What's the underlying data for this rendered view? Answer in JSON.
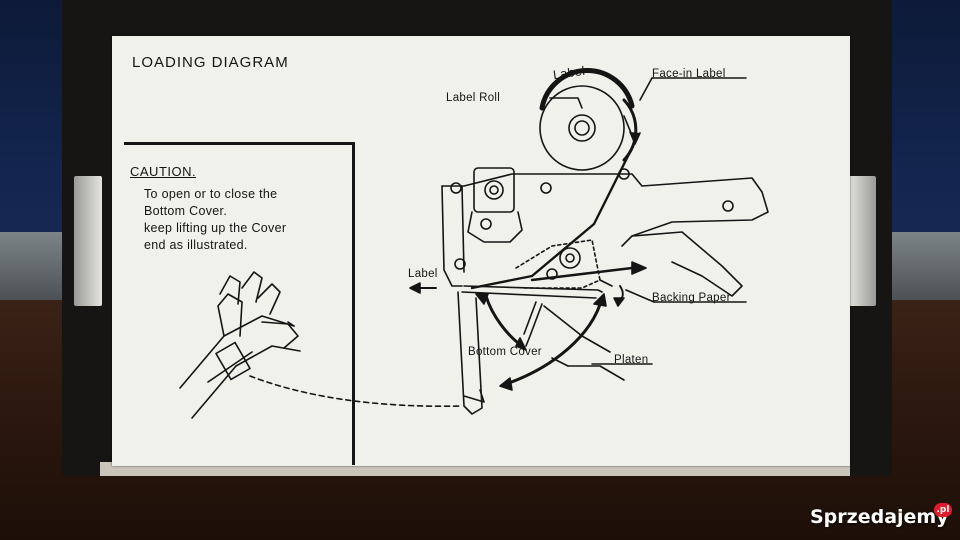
{
  "card": {
    "title": "LOADING DIAGRAM",
    "caution": {
      "heading": "CAUTION.",
      "lines": [
        "To open or to close the",
        "Bottom Cover.",
        "keep lifting up the Cover",
        "end as illustrated."
      ]
    },
    "labels": {
      "label_arc": "Label",
      "face_in_label": "Face-in Label",
      "label_roll": "Label Roll",
      "label_left": "Label",
      "backing_paper": "Backing Paper",
      "bottom_cover": "Bottom Cover",
      "platen": "Platen"
    }
  },
  "watermark": {
    "text": "Sprzedajemy",
    "badge": ".pl"
  },
  "colors": {
    "card": "#f1f1ec",
    "ink": "#151515",
    "box": "#161513",
    "wall": "#142650",
    "table": "#2b170e"
  }
}
